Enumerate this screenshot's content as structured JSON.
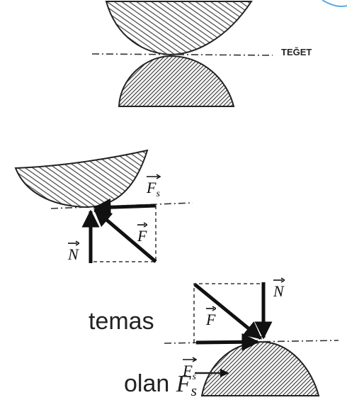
{
  "top_diagram": {
    "tangent_label": "TEĞET"
  },
  "middle_diagram": {
    "friction_label": "F",
    "friction_subscript": "s",
    "force_label": "F",
    "normal_label": "N"
  },
  "bottom_diagram": {
    "normal_label": "N",
    "force_label": "F",
    "friction_label": "F",
    "friction_subscript": "s"
  },
  "text": {
    "line1": "temas",
    "line2": "olan",
    "line2_vector": "F",
    "line2_vector_subscript": "s"
  },
  "colors": {
    "ink": "#111111",
    "accent_arc": "#5aa9e6"
  }
}
